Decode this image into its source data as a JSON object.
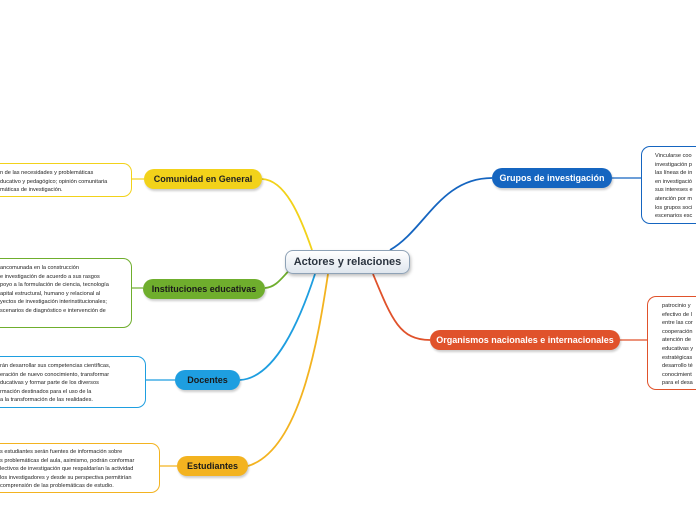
{
  "central": {
    "label": "Actores y relaciones"
  },
  "topics": {
    "grupos": {
      "label": "Grupos de investigación",
      "color": "#1565c0"
    },
    "organismos": {
      "label": "Organismos nacionales e internacionales",
      "color": "#e0522b"
    },
    "comunidad": {
      "label": "Comunidad en General",
      "color": "#f2d21a"
    },
    "instituciones": {
      "label": "Instituciones educativas",
      "color": "#6fae2d"
    },
    "docentes": {
      "label": "Docentes",
      "color": "#1e9ee0"
    },
    "estudiantes": {
      "label": "Estudiantes",
      "color": "#f3b320"
    }
  },
  "notes": {
    "grupos": "Vincularse coo\ninvestigación p\nlas líneas de in\nen investigació\nsus intereses e\natención por m\nlos grupos soci\nescenarios esc",
    "organismos": "patrocinio y\nefectivo de l\nentre las cor\ncooperación\natención de\neducativas y\nestratégicas\ndesarrollo té\nconocimient\npara el desa",
    "comunidad": "n de las necesidades y problemáticas\nducativo y pedagógico; opinión comunitaria\nmáticas de investigación.",
    "instituciones": "ancomunada en la construcción\ne investigación de acuerdo a sus rasgos\npoyo a la formulación de ciencia, tecnología\napital estructural, humano y relacional al\nyectos de investigación interinstitucionales;\nscenarios de diagnóstico e intervención de",
    "docentes": "rán desarrollar sus competencias científicas,\neración de nuevo conocimiento, transformar\nducativas y formar parte de los diversos\nrmación destinados para el uso de la\na la transformación de las realidades.",
    "estudiantes": "s estudiantes serán fuentes de información sobre\ns problemáticas del aula, asimismo, podrán conformar\nlectivos de investigación que respaldarían la actividad\nlos investigadores y desde su perspectiva permitirían\ncomprensión de las problemáticas de estudio."
  }
}
